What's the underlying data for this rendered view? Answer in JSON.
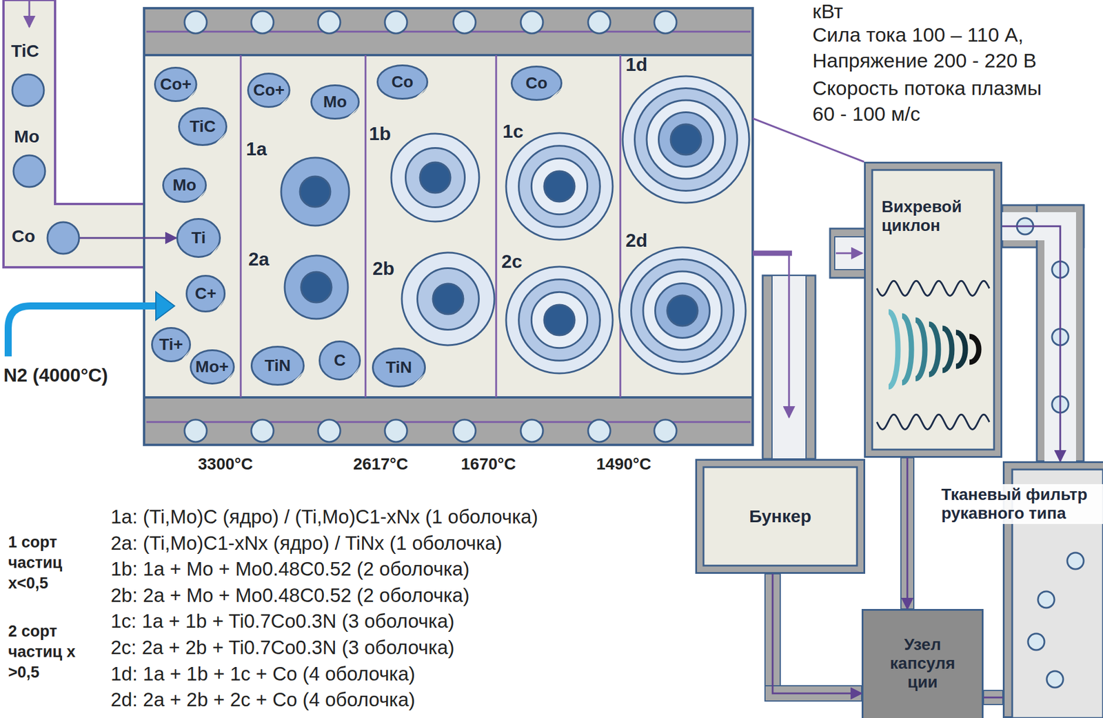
{
  "diagram": {
    "nodes": [
      {
        "text": [
          "TiC"
        ]
      },
      {
        "text": [
          "Mo"
        ]
      },
      {
        "text": [
          "Co"
        ]
      },
      {
        "text": [
          "Co+"
        ]
      },
      {
        "text": [
          "TiC"
        ]
      },
      {
        "text": [
          "Mo"
        ]
      },
      {
        "text": [
          "Ti"
        ]
      },
      {
        "text": [
          "C+"
        ]
      },
      {
        "text": [
          "Ti+"
        ]
      },
      {
        "text": [
          "Mo+"
        ]
      },
      {
        "text": [
          "Co+"
        ]
      },
      {
        "text": [
          "Mo"
        ]
      },
      {
        "text": [
          "1a"
        ]
      },
      {
        "text": [
          "2a"
        ]
      },
      {
        "text": [
          "TiN"
        ]
      },
      {
        "text": [
          "C"
        ]
      },
      {
        "text": [
          "Co"
        ]
      },
      {
        "text": [
          "1b"
        ]
      },
      {
        "text": [
          "2b"
        ]
      },
      {
        "text": [
          "TiN"
        ]
      },
      {
        "text": [
          "Co"
        ]
      },
      {
        "text": [
          "1c"
        ]
      },
      {
        "text": [
          "2c"
        ]
      },
      {
        "text": [
          "1d"
        ]
      },
      {
        "text": [
          "2d"
        ]
      },
      {
        "text": [
          "Вихревой циклон"
        ]
      },
      {
        "text": [
          "Бункер"
        ]
      },
      {
        "text": [
          "Тканевый фильтр рукавного типа"
        ]
      },
      {
        "text": [
          "Узел капсуля ции"
        ]
      }
    ],
    "edges": [
      {
        "from": 2,
        "to": 6,
        "arrow": "to"
      },
      {
        "from": 25,
        "to": 27,
        "arrow": "to"
      },
      {
        "from": 26,
        "to": 28,
        "arrow": "to"
      },
      {
        "from": 25,
        "to": 28,
        "arrow": "to"
      },
      {
        "from": 27,
        "to": 28,
        "arrow": "none"
      }
    ],
    "labels": [
      "кВт",
      "Сила тока 100 – 110 А,",
      "Напряжение 200 - 220 В",
      "Скорость потока плазмы 60 - 100 м/с",
      "3300°C",
      "2617°C",
      "1670°C",
      "1490°C",
      "N2 (4000°C)",
      "1 сорт частиц x<0,5",
      "2 сорт частиц x >0,5",
      "1a: (Ti,Mo)C (ядро) / (Ti,Mo)C1-xNx (1 оболочка)",
      "2a: (Ti,Mo)C1-xNx (ядро) / TiNx (1 оболочка)",
      "1b: 1a + Mo + Mo0.48C0.52 (2 оболочка)",
      "2b: 2a + Mo + Mo0.48C0.52 (2 оболочка)",
      "1c: 1a + 1b + Ti0.7Co0.3N (3 оболочка)",
      "2c: 2a + 2b + Ti0.7Co0.3N (3 оболочка)",
      "1d: 1a + 1b + 1c + Co (4 оболочка)",
      "2d: 2a + 2b + 2c + Co (4 оболочка)"
    ]
  }
}
